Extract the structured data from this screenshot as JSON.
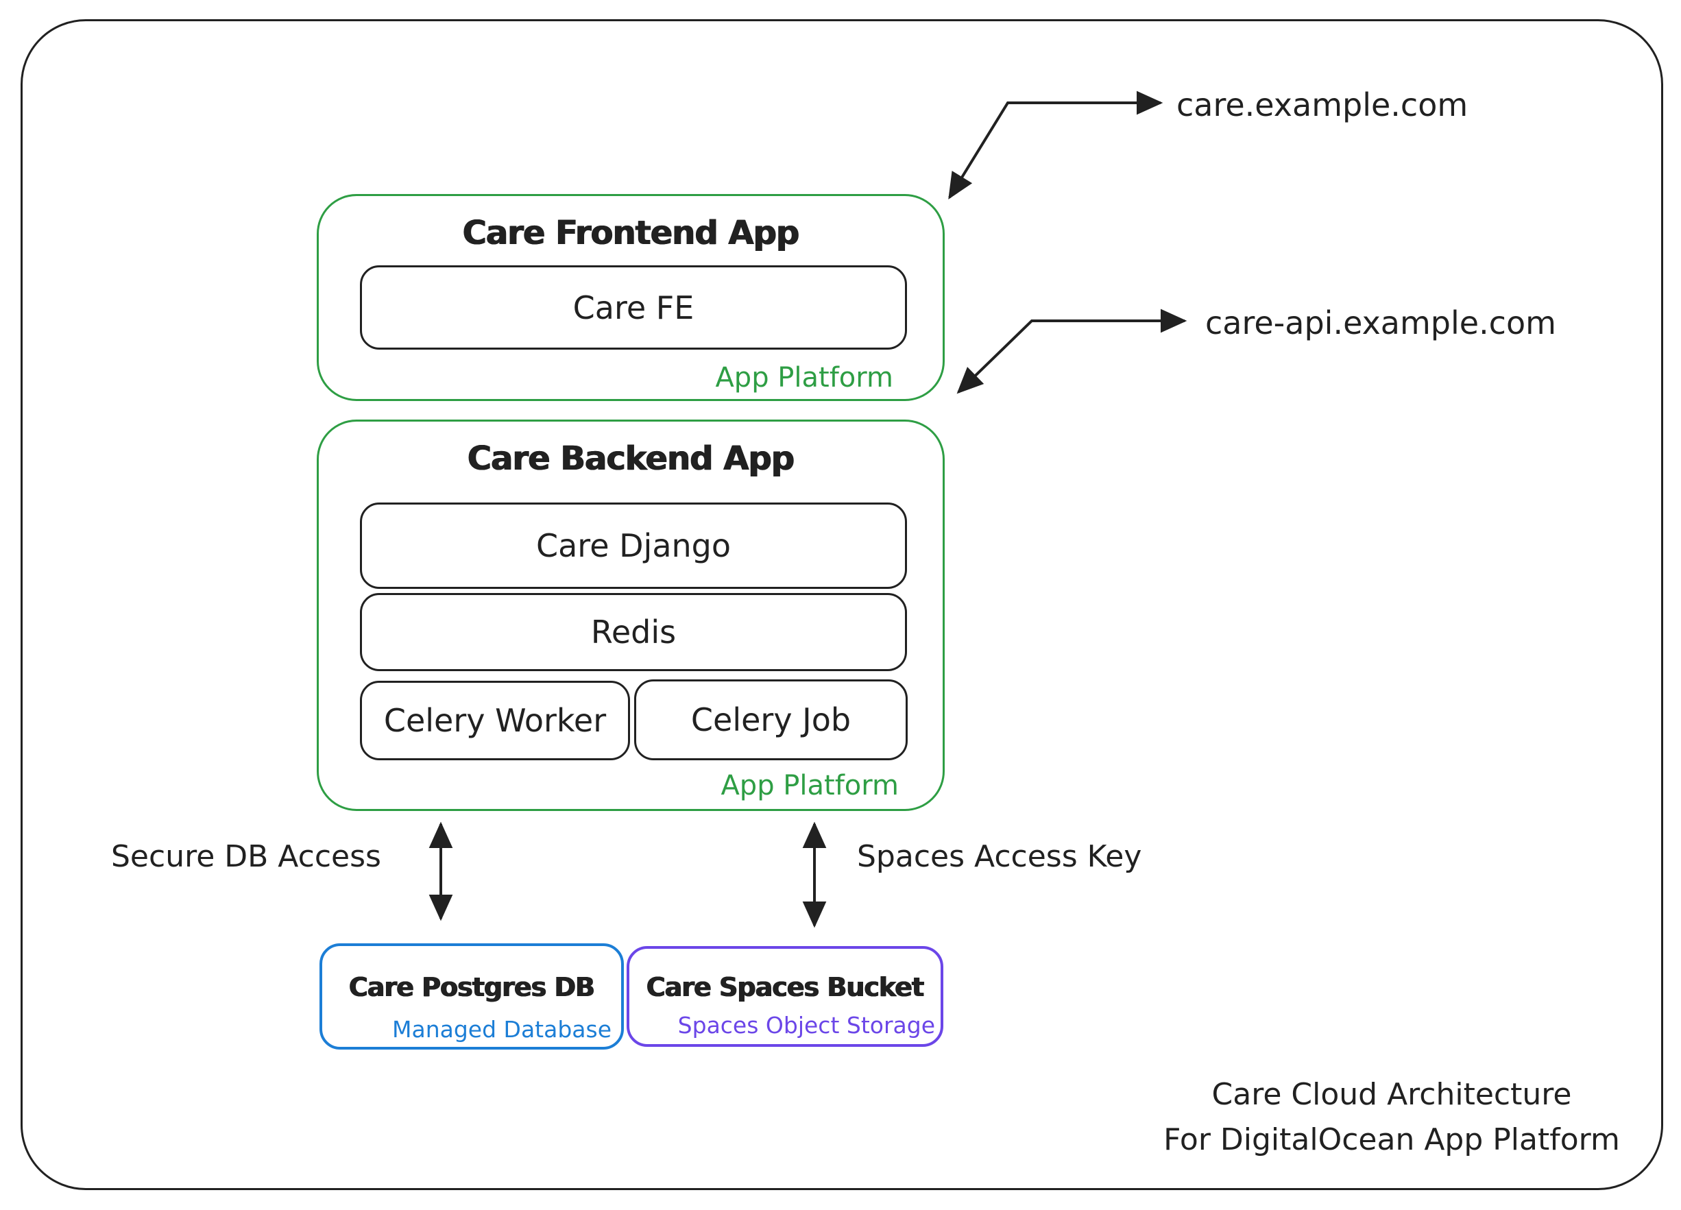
{
  "diagram": {
    "frontend_app": {
      "title": "Care Frontend App",
      "service": "Care FE",
      "platform_label": "App Platform"
    },
    "backend_app": {
      "title": "Care Backend App",
      "services": [
        "Care Django",
        "Redis"
      ],
      "workers": [
        "Celery Worker",
        "Celery Job"
      ],
      "platform_label": "App Platform"
    },
    "domains": {
      "frontend": "care.example.com",
      "backend": "care-api.example.com"
    },
    "database": {
      "title": "Care Postgres DB",
      "subtitle": "Managed Database"
    },
    "storage": {
      "title": "Care Spaces Bucket",
      "subtitle": "Spaces Object Storage"
    },
    "connections": {
      "database_label": "Secure DB Access",
      "storage_label": "Spaces Access Key"
    },
    "caption": {
      "line1": "Care Cloud Architecture",
      "line2": "For DigitalOcean App Platform"
    },
    "colors": {
      "app_platform_green": "#2e9e44",
      "managed_db_blue": "#1c7ed6",
      "spaces_purple": "#6b46e8",
      "ink": "#212121"
    }
  }
}
